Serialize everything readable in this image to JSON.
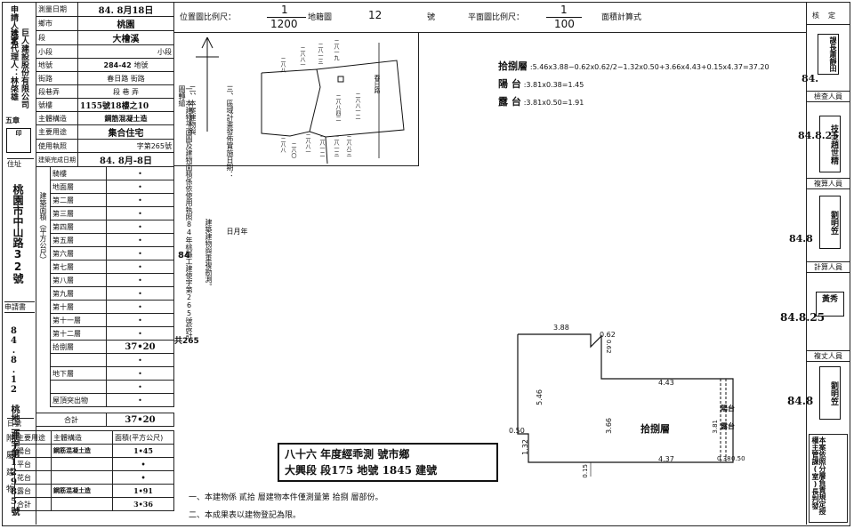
{
  "left_panel": {
    "applicant_label": "申請人姓名",
    "applicant_name": "巨人建設股份有限公司",
    "representative": "法定代理人：林棨雄",
    "stamp": "五章",
    "address_label": "住址",
    "address": "桃園市中山路32號",
    "application_label": "申請書",
    "application_info": "84.8.12 桃地二建字第12985號",
    "date_label": "日號"
  },
  "form": {
    "survey_date_label": "測量日期",
    "survey_date": "84. 8月18日",
    "city_label": "鄉市",
    "city": "桃園",
    "section_label": "段",
    "section": "大檜溪",
    "subsection_label": "小段",
    "subsection": "小段",
    "lot_label": "地號",
    "lot": "284-42",
    "lot_suffix": "地號",
    "road_label": "街路",
    "road": "春日路",
    "road_suffix": "街路",
    "lane_label": "段巷弄",
    "lane": "段 巷 弄",
    "number_label": "號樓",
    "number": "1155號18樓之10",
    "structure_label": "主體構造",
    "structure": "鋼筋混凝土造",
    "use_label": "主要用途",
    "use": "集合住宅",
    "permit_label": "使用執照",
    "permit": "字第265號",
    "completion_label": "建築完成日期",
    "completion": "84. 8月-8日"
  },
  "floors": {
    "header": "騎樓",
    "rows": [
      {
        "label": "地面層",
        "value": "•"
      },
      {
        "label": "第二層",
        "value": "•"
      },
      {
        "label": "第三層",
        "value": "•"
      },
      {
        "label": "第四層",
        "value": "•"
      },
      {
        "label": "第五層",
        "value": "•"
      },
      {
        "label": "第六層",
        "value": "•"
      },
      {
        "label": "第七層",
        "value": "•"
      },
      {
        "label": "第八層",
        "value": "•"
      },
      {
        "label": "第九層",
        "value": "•"
      },
      {
        "label": "第十層",
        "value": "•"
      },
      {
        "label": "第十一層",
        "value": "•"
      },
      {
        "label": "第十二層",
        "value": "•"
      },
      {
        "label": "拾捌層",
        "value": "37•20"
      },
      {
        "label": "",
        "value": "•"
      },
      {
        "label": "地下層",
        "value": "•"
      },
      {
        "label": "",
        "value": "•"
      },
      {
        "label": "屋頂突出物",
        "value": "•"
      }
    ],
    "group_label": "建築面積（平方公尺）",
    "total_label": "合計",
    "total": "37•20"
  },
  "annex": {
    "header_use": "主要用途",
    "header_struct": "主體構造",
    "header_area": "面積(平方公尺)",
    "side_label": "附屬建物",
    "rows": [
      {
        "use": "陽台",
        "struct": "鋼筋混凝土造",
        "area": "1•45"
      },
      {
        "use": "平台",
        "struct": "",
        "area": "•"
      },
      {
        "use": "花台",
        "struct": "",
        "area": "•"
      },
      {
        "use": "露台",
        "struct": "鋼筋混凝土造",
        "area": "1•91"
      }
    ],
    "total_label": "合計",
    "total": "3•36"
  },
  "header": {
    "location_scale_label": "位置圖比例尺：",
    "location_scale_num": "1",
    "location_scale_den": "1200",
    "sheet_label": "地籍圖",
    "sheet_no": "12",
    "sheet_suffix": "號",
    "plan_scale_label": "平面圖比例尺：",
    "plan_scale_num": "1",
    "plan_scale_den": "100",
    "area_calc_label": "面積計算式"
  },
  "calc": {
    "line1_label": "拾捌層",
    "line1": ":5.46x3.88−0.62x0.62/2−1.32x0.50+3.66x4.43+0.15x4.37=37.20",
    "line2_label": "陽 台",
    "line2": ":3.81x0.38=1.45",
    "line3_label": "露 台",
    "line3": ":3.81x0.50=1.91"
  },
  "notes": {
    "note1": "一、本建物平面圖及建物面積係依使用執照84年桃縣工建使字第265號設計圖轉繪",
    "note_year": "84",
    "note_permit": "共265",
    "note2": "二、本案建物與",
    "note3": "三、區域計畫發佈實施日期：",
    "note3b": "年 月 日",
    "note4": "建築建物與重複勘測。",
    "bottom1": "一、本建物係 貳拾 層建物本件僅測量第 拾捌 層部份。",
    "bottom1_a": "貳拾",
    "bottom1_b": "拾捌",
    "bottom2": "二、本成果表以建物登記為限。"
  },
  "stamp_box": {
    "line1": "八十六 年度經乖測 號市鄉",
    "line2": "大興段 段175 地號 1845 建號"
  },
  "plan": {
    "room_label": "拾捌層",
    "balcony_label": "陽台",
    "terrace_label": "露台",
    "dims": [
      "3.88",
      "0.62",
      "0.62",
      "5.46",
      "4.43",
      "3.66",
      "0.50",
      "1.32",
      "4.37",
      "0.15",
      "3.81",
      "0.38",
      "0.50"
    ]
  },
  "site_map": {
    "labels": [
      "二八八",
      "二八八一",
      "二八一三",
      "二八一九",
      "二八八四二",
      "二八八一二",
      "二八八",
      "二八〇",
      "二八八一",
      "二八一二",
      "二八一三",
      "二八八三",
      "春日路"
    ]
  },
  "right_panel": {
    "verify_label": "核定",
    "verify_stamp": "課長蕭靜田",
    "check_date1": "84.",
    "inspector_label": "檢查人員",
    "inspector_stamp": "技士趙世精",
    "check_date2": "84.8.25",
    "reviewer_label": "複算人員",
    "reviewer_stamp": "劉明笠",
    "check_date3": "84.8",
    "calc_label": "計算人員",
    "calc_stamp": "黃秀",
    "check_date4": "84.8.25",
    "surveyor_label": "複丈人員",
    "surveyor_stamp": "劉明笠",
    "check_date5": "84.8",
    "footer_note": "本案依照分層負責規定授權主管課(室)長判發"
  }
}
